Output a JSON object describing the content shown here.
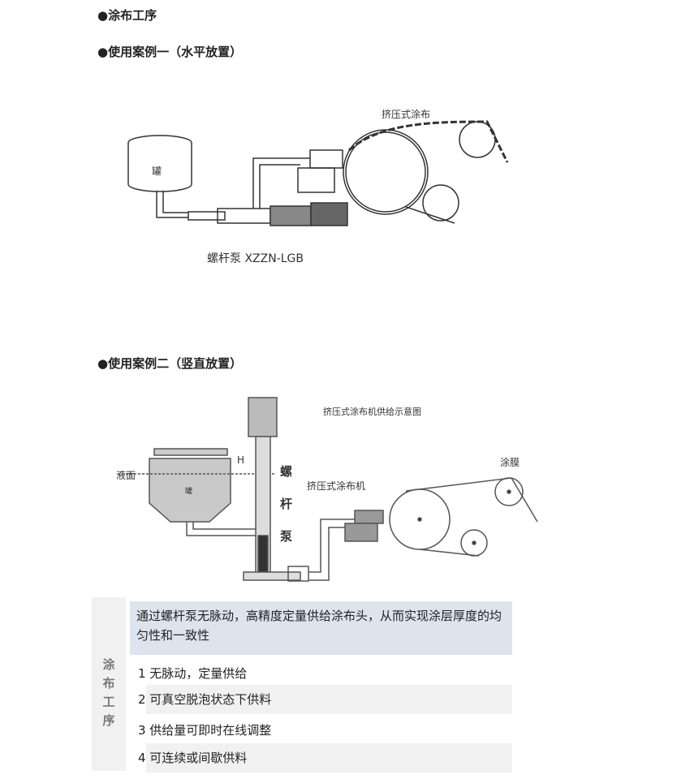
{
  "headings": {
    "coating": "●涂布工序",
    "case1": "●使用案例一（水平放置）",
    "case2": "●使用案例二（竖直放置）"
  },
  "diagram1": {
    "tank": "罐",
    "coating": "挤压式涂布",
    "pump": "螺杆泵 XZZN-LGB"
  },
  "diagram2": {
    "title": "挤压式涂布机供给示意图",
    "level": "液面",
    "h": "H",
    "tank": "罐",
    "pump1": "螺",
    "pump2": "杆",
    "pump3": "泵",
    "coater": "挤压式涂布机",
    "film": "涂膜"
  },
  "table": {
    "side": [
      "涂",
      "布",
      "工",
      "序"
    ],
    "summary": "通过螺杆泵无脉动，高精度定量供给涂布头，从而实现涂层厚度的均匀性和一致性",
    "items": [
      "1  无脉动，定量供给",
      "2  可真空脱泡状态下供料",
      "3  供给量可即时在线调整",
      "4  可连续或间歇供料"
    ]
  }
}
